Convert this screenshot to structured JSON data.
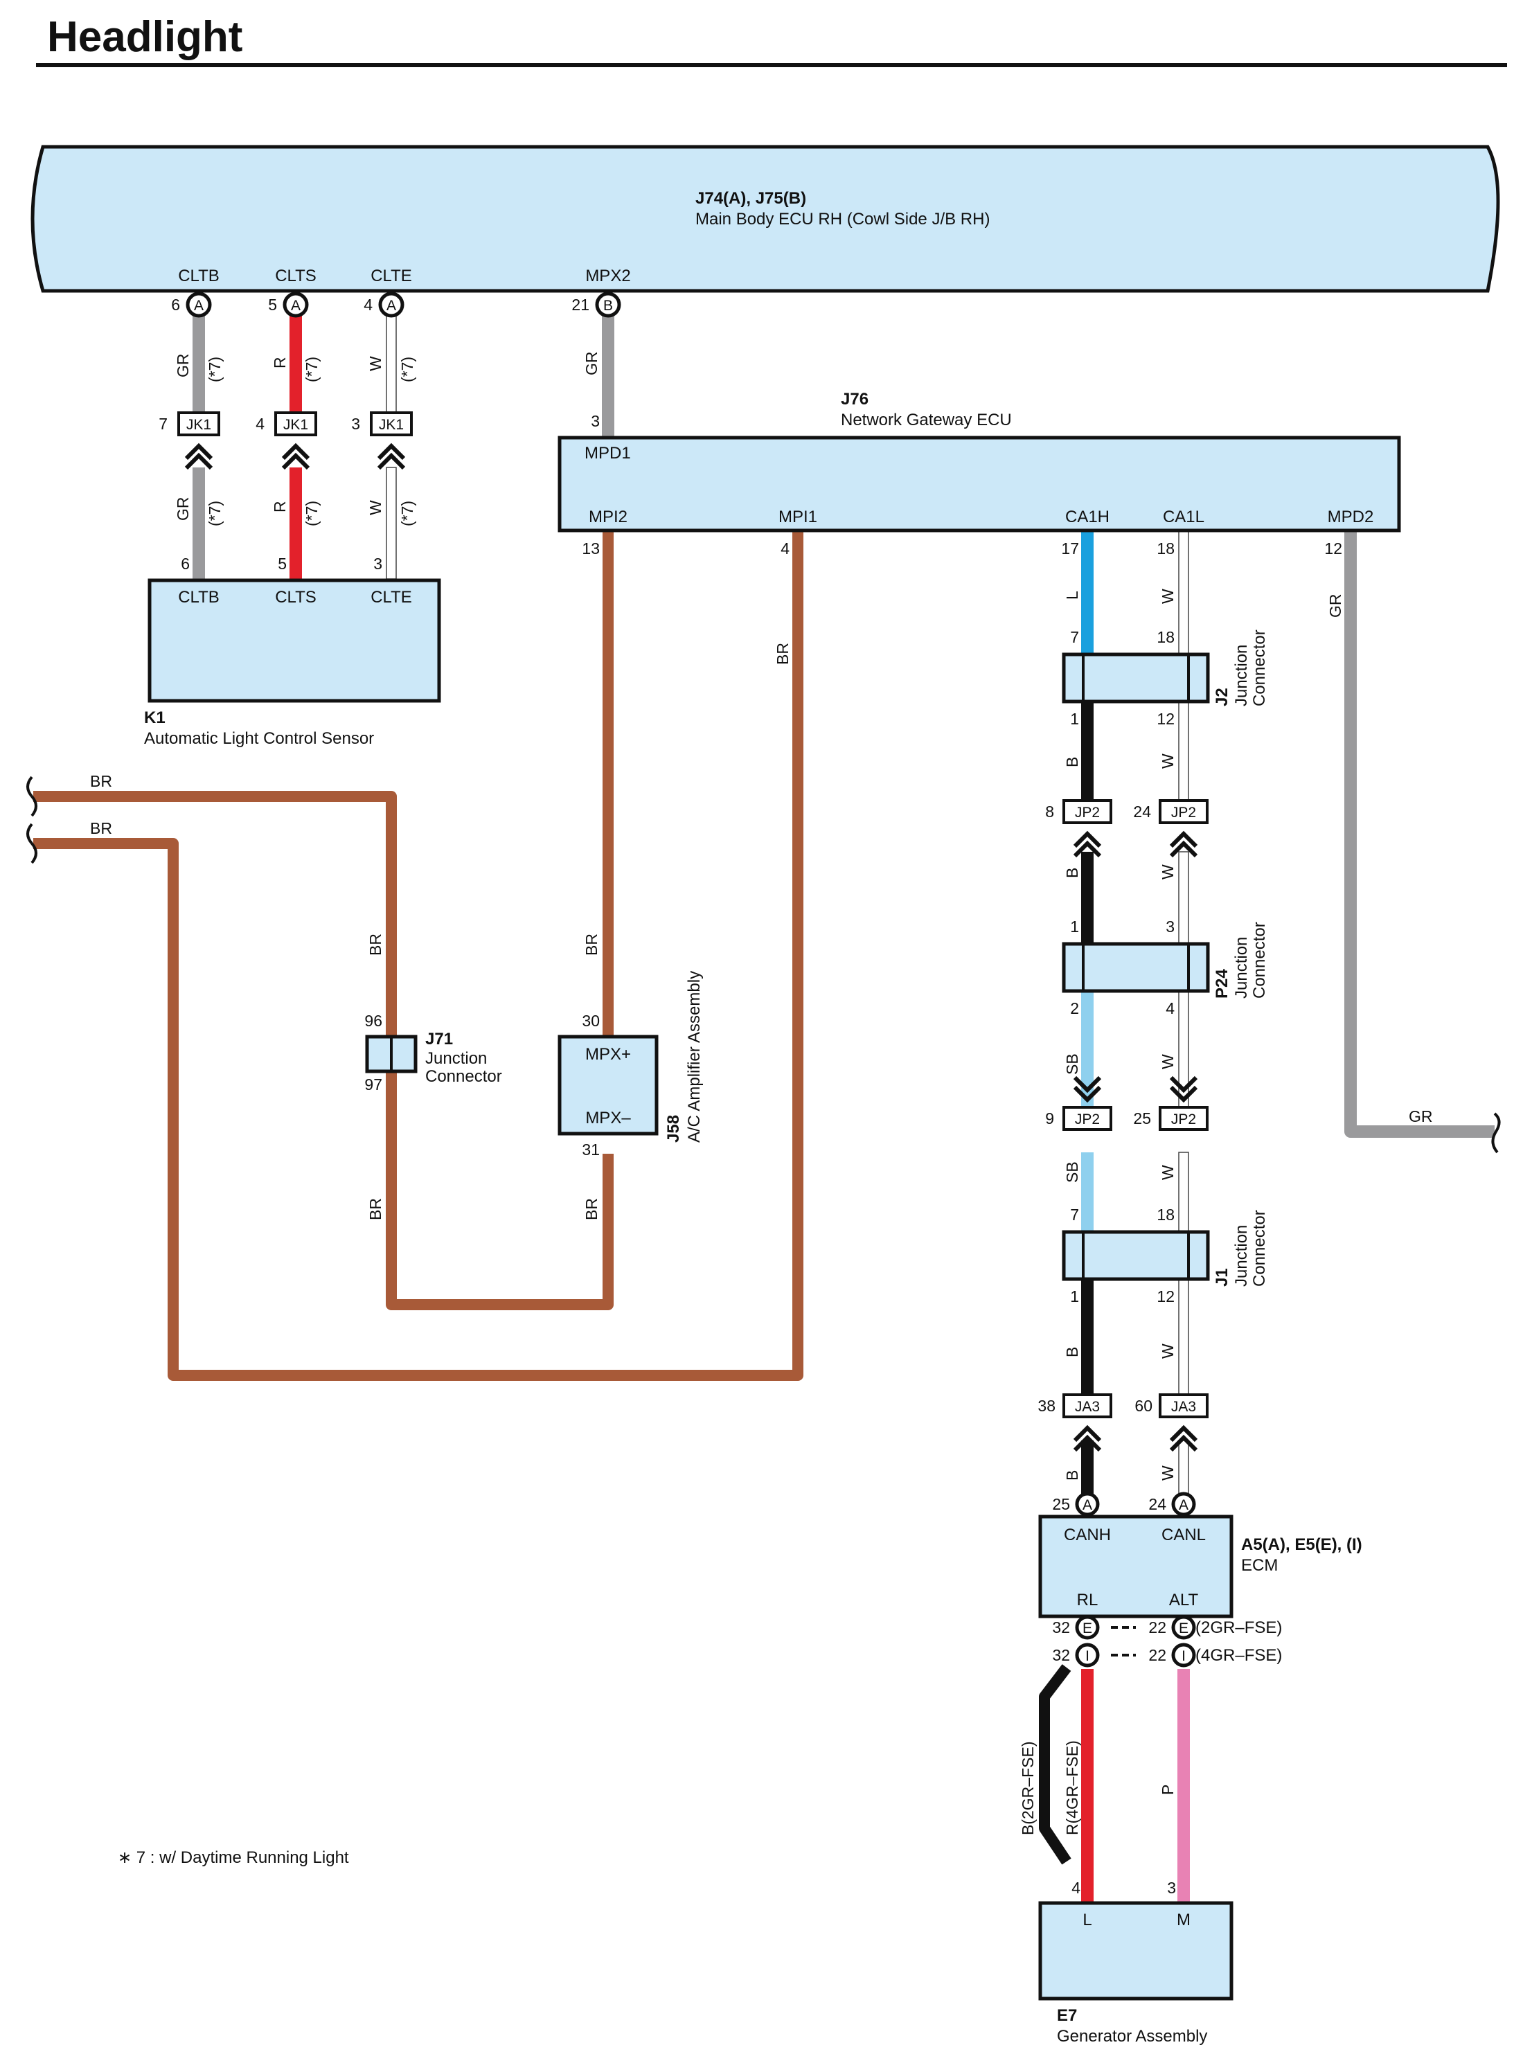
{
  "title": "Headlight",
  "colors": {
    "gray": "#9a9a9c",
    "red": "#e3212b",
    "brown": "#a85a38",
    "blue": "#1aa0de",
    "skyblue": "#8fd0ee",
    "black": "#111111",
    "pink": "#e882b4",
    "box_fill": "#cce8f8"
  },
  "components": {
    "j74": {
      "id": "J74(A), J75(B)",
      "name": "Main Body ECU RH (Cowl Side J/B RH)",
      "pins": {
        "cltb": "CLTB",
        "clts": "CLTS",
        "clte": "CLTE",
        "mpx2": "MPX2"
      }
    },
    "j76": {
      "id": "J76",
      "name": "Network Gateway ECU",
      "pins": {
        "mpd1": "MPD1",
        "mpi2": "MPI2",
        "mpi1": "MPI1",
        "ca1h": "CA1H",
        "ca1l": "CA1L",
        "mpd2": "MPD2"
      }
    },
    "k1": {
      "id": "K1",
      "name": "Automatic Light Control Sensor",
      "pins": {
        "cltb": "CLTB",
        "clts": "CLTS",
        "clte": "CLTE"
      }
    },
    "j71": {
      "id": "J71",
      "name_line1": "Junction",
      "name_line2": "Connector"
    },
    "j58": {
      "id": "J58",
      "name": "A/C Amplifier Assembly",
      "pins": {
        "mpxp": "MPX+",
        "mpxm": "MPX–"
      }
    },
    "j2": {
      "id": "J2",
      "name_line1": "Junction",
      "name_line2": "Connector"
    },
    "p24": {
      "id": "P24",
      "name_line1": "Junction",
      "name_line2": "Connector"
    },
    "j1": {
      "id": "J1",
      "name_line1": "Junction",
      "name_line2": "Connector"
    },
    "ecm": {
      "id": "A5(A), E5(E), (I)",
      "name": "ECM",
      "pins": {
        "canh": "CANH",
        "canl": "CANL",
        "rl": "RL",
        "alt": "ALT"
      }
    },
    "e7": {
      "id": "E7",
      "name": "Generator Assembly",
      "pins": {
        "l": "L",
        "m": "M"
      }
    }
  },
  "connectors": {
    "jk1": "JK1",
    "jp2": "JP2",
    "ja3": "JA3",
    "A": "A",
    "B": "B",
    "E": "E",
    "I": "I"
  },
  "pin_numbers": {
    "j74_cltb": "6",
    "j74_clts": "5",
    "j74_clte": "4",
    "j75_mpx2": "21",
    "jk1_a": "7",
    "jk1_b": "4",
    "jk1_c": "3",
    "k1_cltb": "6",
    "k1_clts": "5",
    "k1_clte": "3",
    "j76_mpd1": "3",
    "j76_mpi2": "13",
    "j76_mpi1": "4",
    "j76_ca1h": "17",
    "j76_ca1l": "18",
    "j76_mpd2": "12",
    "j2_in_h": "7",
    "j2_in_l": "18",
    "j2_out_h": "1",
    "j2_out_l": "12",
    "jp2_a": "8",
    "jp2_b": "24",
    "p24_in_h": "1",
    "p24_in_l": "3",
    "p24_out_h": "2",
    "p24_out_l": "4",
    "jp2_c": "9",
    "jp2_d": "25",
    "j1_in_h": "7",
    "j1_in_l": "18",
    "j1_out_h": "1",
    "j1_out_l": "12",
    "ja3_a": "38",
    "ja3_b": "60",
    "ecm_canh": "25",
    "ecm_canl": "24",
    "ecm_rl_e": "32",
    "ecm_alt_e": "22",
    "ecm_rl_i": "32",
    "ecm_alt_i": "22",
    "j71_in": "96",
    "j71_out": "97",
    "j58_in": "30",
    "j58_out": "31",
    "e7_l": "4",
    "e7_m": "3"
  },
  "wire_labels": {
    "gr": "GR",
    "r": "R",
    "w": "W",
    "br": "BR",
    "l": "L",
    "b": "B",
    "sb": "SB",
    "p": "P",
    "star7": "(*7)",
    "b_2gr": "B(2GR–FSE)",
    "r_4gr": "R(4GR–FSE)"
  },
  "ecm_variants": {
    "e": "(2GR–FSE)",
    "i": "(4GR–FSE)"
  },
  "footnote": "∗ 7 : w/ Daytime Running Light"
}
